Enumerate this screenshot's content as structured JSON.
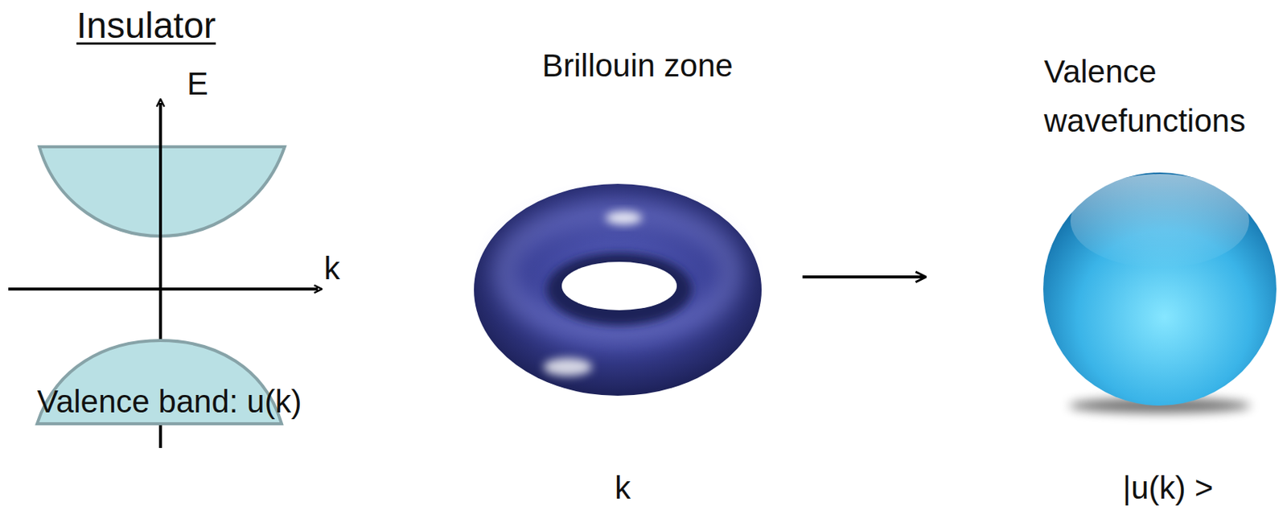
{
  "diagram": {
    "title": "Insulator",
    "nodes": [
      {
        "text": [
          "Valence band: u(k)"
        ]
      },
      {
        "text": [
          "Brillouin zone",
          "k"
        ]
      },
      {
        "text": [
          "Valence wavefunctions",
          "|u(k) >"
        ]
      }
    ],
    "edges": [
      {
        "from": 1,
        "to": 2,
        "arrow": "to"
      }
    ],
    "labels": [
      "E",
      "k"
    ]
  }
}
